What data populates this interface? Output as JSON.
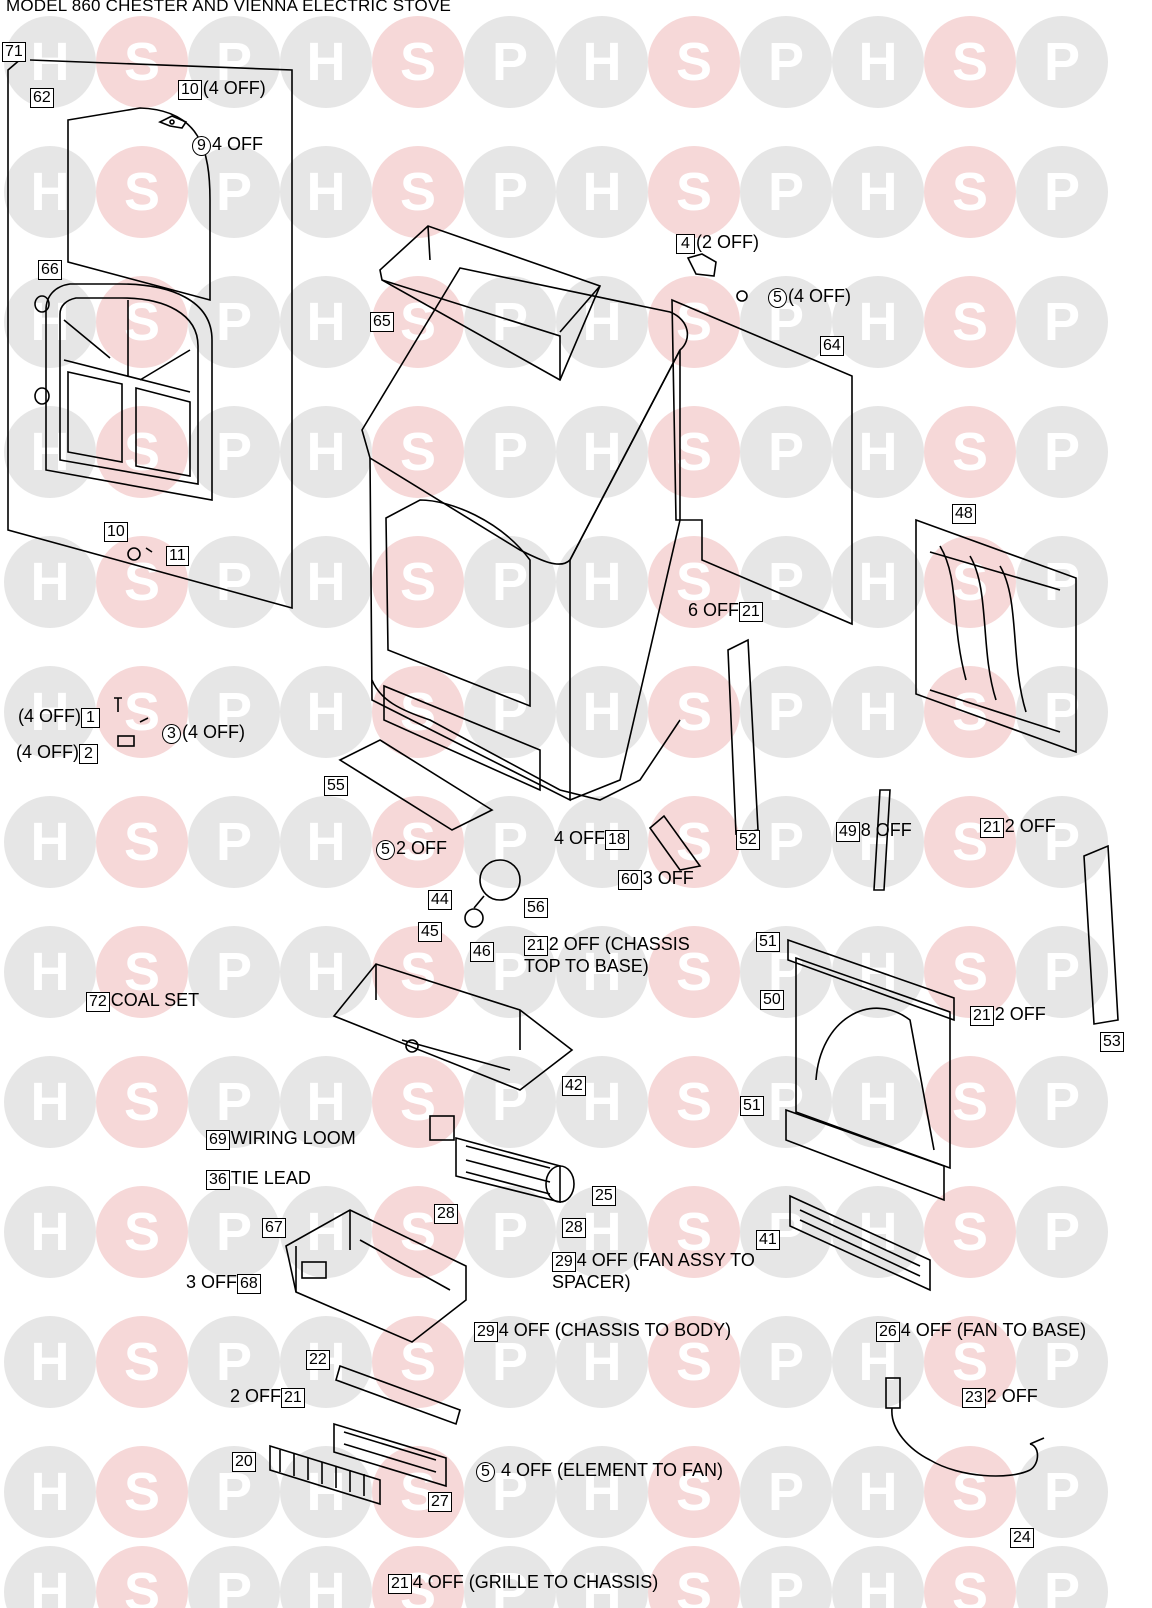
{
  "title": "MODEL 860 CHESTER AND VIENNA ELECTRIC STOVE",
  "watermark": {
    "letters": [
      "H",
      "S",
      "P"
    ],
    "colors": {
      "H": "#e6e6e6",
      "S": "#f6d8d8",
      "P": "#e6e6e6"
    }
  },
  "callouts": [
    {
      "id": "c71",
      "num": "71",
      "shape": "square",
      "text": ""
    },
    {
      "id": "c62",
      "num": "62",
      "shape": "square",
      "text": ""
    },
    {
      "id": "c10a",
      "num": "10",
      "shape": "square",
      "text": "(4 OFF)"
    },
    {
      "id": "c9",
      "num": "9",
      "shape": "circle",
      "text": "4 OFF"
    },
    {
      "id": "c66",
      "num": "66",
      "shape": "square",
      "text": ""
    },
    {
      "id": "c10b",
      "num": "10",
      "shape": "square",
      "text": ""
    },
    {
      "id": "c11",
      "num": "11",
      "shape": "square",
      "text": ""
    },
    {
      "id": "c1",
      "num": "1",
      "shape": "square",
      "pre": "(4 OFF)",
      "text": ""
    },
    {
      "id": "c3",
      "num": "3",
      "shape": "circle",
      "text": "(4 OFF)"
    },
    {
      "id": "c2",
      "num": "2",
      "shape": "square",
      "pre": "(4 OFF)",
      "text": ""
    },
    {
      "id": "c65",
      "num": "65",
      "shape": "square",
      "text": ""
    },
    {
      "id": "c4",
      "num": "4",
      "shape": "square",
      "text": "(2 OFF)"
    },
    {
      "id": "c5a",
      "num": "5",
      "shape": "circle",
      "text": "(4 OFF)"
    },
    {
      "id": "c64",
      "num": "64",
      "shape": "square",
      "text": ""
    },
    {
      "id": "c48",
      "num": "48",
      "shape": "square",
      "text": ""
    },
    {
      "id": "c21a",
      "num": "21",
      "shape": "square",
      "pre": "6 OFF",
      "text": ""
    },
    {
      "id": "c55",
      "num": "55",
      "shape": "square",
      "text": ""
    },
    {
      "id": "c5b",
      "num": "5",
      "shape": "circle",
      "text": "2 OFF"
    },
    {
      "id": "c18",
      "num": "18",
      "shape": "square",
      "pre": "4 OFF",
      "text": ""
    },
    {
      "id": "c52",
      "num": "52",
      "shape": "square",
      "text": ""
    },
    {
      "id": "c49",
      "num": "49",
      "shape": "square",
      "text": "8 OFF"
    },
    {
      "id": "c21b",
      "num": "21",
      "shape": "square",
      "text": "2 OFF"
    },
    {
      "id": "c60",
      "num": "60",
      "shape": "square",
      "text": "3 OFF"
    },
    {
      "id": "c44",
      "num": "44",
      "shape": "square",
      "text": ""
    },
    {
      "id": "c56",
      "num": "56",
      "shape": "square",
      "text": ""
    },
    {
      "id": "c45",
      "num": "45",
      "shape": "square",
      "text": ""
    },
    {
      "id": "c46",
      "num": "46",
      "shape": "square",
      "text": ""
    },
    {
      "id": "c21c",
      "num": "21",
      "shape": "square",
      "text": "2 OFF (CHASSIS TOP TO BASE)"
    },
    {
      "id": "c72",
      "num": "72",
      "shape": "square",
      "text": "COAL SET"
    },
    {
      "id": "c51a",
      "num": "51",
      "shape": "square",
      "text": ""
    },
    {
      "id": "c50",
      "num": "50",
      "shape": "square",
      "text": ""
    },
    {
      "id": "c21d",
      "num": "21",
      "shape": "square",
      "text": "2 OFF"
    },
    {
      "id": "c53",
      "num": "53",
      "shape": "square",
      "text": ""
    },
    {
      "id": "c42",
      "num": "42",
      "shape": "square",
      "text": ""
    },
    {
      "id": "c51b",
      "num": "51",
      "shape": "square",
      "text": ""
    },
    {
      "id": "c69",
      "num": "69",
      "shape": "square",
      "text": "WIRING LOOM"
    },
    {
      "id": "c36",
      "num": "36",
      "shape": "square",
      "text": "TIE LEAD"
    },
    {
      "id": "c25",
      "num": "25",
      "shape": "square",
      "text": ""
    },
    {
      "id": "c28a",
      "num": "28",
      "shape": "square",
      "text": ""
    },
    {
      "id": "c28b",
      "num": "28",
      "shape": "square",
      "text": ""
    },
    {
      "id": "c41",
      "num": "41",
      "shape": "square",
      "text": ""
    },
    {
      "id": "c67",
      "num": "67",
      "shape": "square",
      "text": ""
    },
    {
      "id": "c29a",
      "num": "29",
      "shape": "square",
      "text": "4 OFF (FAN ASSY TO SPACER)"
    },
    {
      "id": "c68",
      "num": "68",
      "shape": "square",
      "pre": "3 OFF",
      "text": ""
    },
    {
      "id": "c29b",
      "num": "29",
      "shape": "square",
      "text": "4 OFF (CHASSIS TO BODY)"
    },
    {
      "id": "c26",
      "num": "26",
      "shape": "square",
      "text": "4 OFF (FAN TO BASE)"
    },
    {
      "id": "c22",
      "num": "22",
      "shape": "square",
      "text": ""
    },
    {
      "id": "c21e",
      "num": "21",
      "shape": "square",
      "pre": "2 OFF",
      "text": ""
    },
    {
      "id": "c23",
      "num": "23",
      "shape": "square",
      "text": "2 OFF"
    },
    {
      "id": "c20",
      "num": "20",
      "shape": "square",
      "text": ""
    },
    {
      "id": "c5c",
      "num": "5",
      "shape": "circle",
      "text": " 4 OFF (ELEMENT TO FAN)"
    },
    {
      "id": "c27",
      "num": "27",
      "shape": "square",
      "text": ""
    },
    {
      "id": "c24",
      "num": "24",
      "shape": "square",
      "text": ""
    },
    {
      "id": "c21f",
      "num": "21",
      "shape": "square",
      "text": "4 OFF (GRILLE TO CHASSIS)"
    }
  ]
}
